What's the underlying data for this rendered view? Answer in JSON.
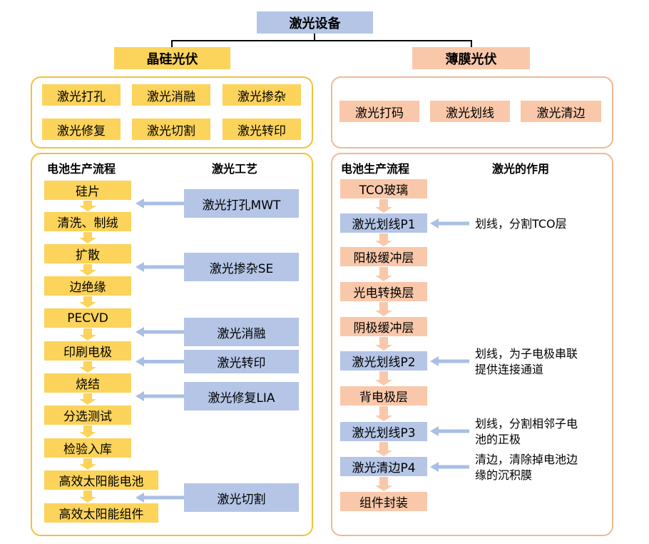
{
  "root": "激光设备",
  "crystalline": {
    "title": "晶硅光伏",
    "apps": [
      "激光打孔",
      "激光消融",
      "激光掺杂",
      "激光修复",
      "激光切割",
      "激光转印"
    ],
    "flow_header": "电池生产流程",
    "craft_header": "激光工艺",
    "steps": [
      "硅片",
      "清洗、制绒",
      "扩散",
      "边绝缘",
      "PECVD",
      "印刷电极",
      "烧结",
      "分选测试",
      "检验入库",
      "高效太阳能电池",
      "高效太阳能组件"
    ],
    "processes": [
      "激光打孔MWT",
      "激光掺杂SE",
      "激光消融",
      "激光转印",
      "激光修复LIA",
      "激光切割"
    ]
  },
  "thinfilm": {
    "title": "薄膜光伏",
    "apps": [
      "激光打码",
      "激光划线",
      "激光清边"
    ],
    "flow_header": "电池生产流程",
    "role_header": "激光的作用",
    "steps": [
      "TCO玻璃",
      "激光划线P1",
      "阳极缓冲层",
      "光电转换层",
      "阴极缓冲层",
      "激光划线P2",
      "背电极层",
      "激光划线P3",
      "激光清边P4",
      "组件封装"
    ],
    "notes": [
      [
        "划线，分割TCO层"
      ],
      [
        "划线，为子电极串联",
        "提供连接通道"
      ],
      [
        "划线，分割相邻子电",
        "池的正极"
      ],
      [
        "清边，清除掉电池边",
        "缘的沉积膜"
      ]
    ]
  },
  "colors": {
    "yellow": "#fcd35b",
    "peach": "#f9c8aa",
    "blue": "#b4c5e6",
    "yellow_border": "#f2c13a",
    "peach_border": "#f2b893",
    "arrow_blue": "#a9bfe4"
  }
}
